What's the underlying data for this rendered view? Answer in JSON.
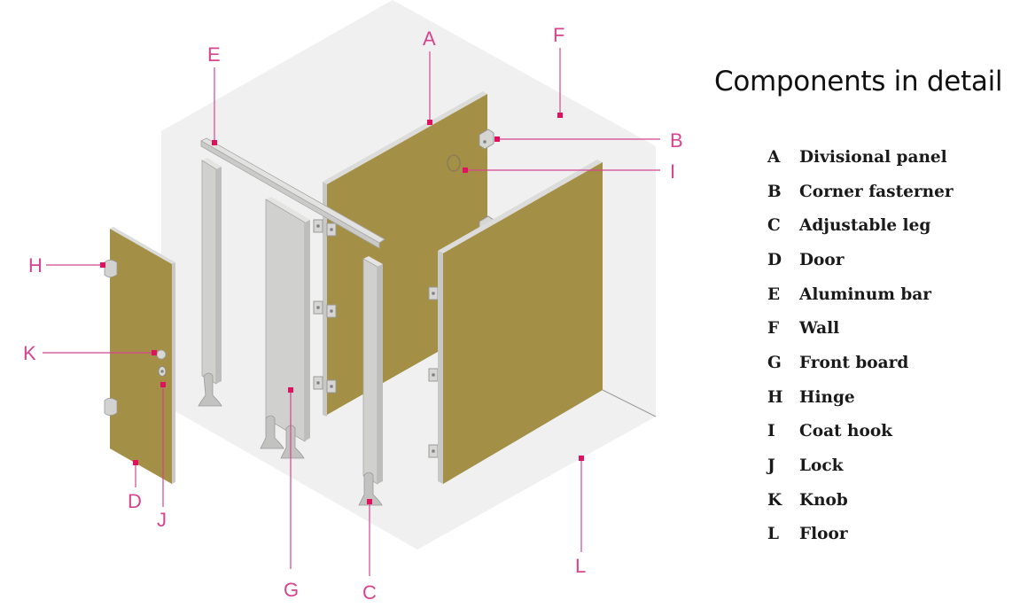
{
  "title": "Components in detail",
  "colors": {
    "callout": "#d4458e",
    "callout_dot": "#e0115f",
    "panel": "#a48f47",
    "panel_edge": "#c9c9c6",
    "room": "#f0f0f0",
    "metal": "#d2d2d0"
  },
  "components": [
    {
      "key": "A",
      "label": "Divisional panel"
    },
    {
      "key": "B",
      "label": "Corner fasterner"
    },
    {
      "key": "C",
      "label": "Adjustable leg"
    },
    {
      "key": "D",
      "label": "Door"
    },
    {
      "key": "E",
      "label": "Aluminum bar"
    },
    {
      "key": "F",
      "label": "Wall"
    },
    {
      "key": "G",
      "label": "Front board"
    },
    {
      "key": "H",
      "label": "Hinge"
    },
    {
      "key": "I",
      "label": "Coat hook"
    },
    {
      "key": "J",
      "label": "Lock"
    },
    {
      "key": "K",
      "label": "Knob"
    },
    {
      "key": "L",
      "label": "Floor"
    }
  ],
  "callouts": {
    "A": "A",
    "B": "B",
    "C": "C",
    "D": "D",
    "E": "E",
    "F": "F",
    "G": "G",
    "H": "H",
    "I": "I",
    "J": "J",
    "K": "K",
    "L": "L"
  }
}
